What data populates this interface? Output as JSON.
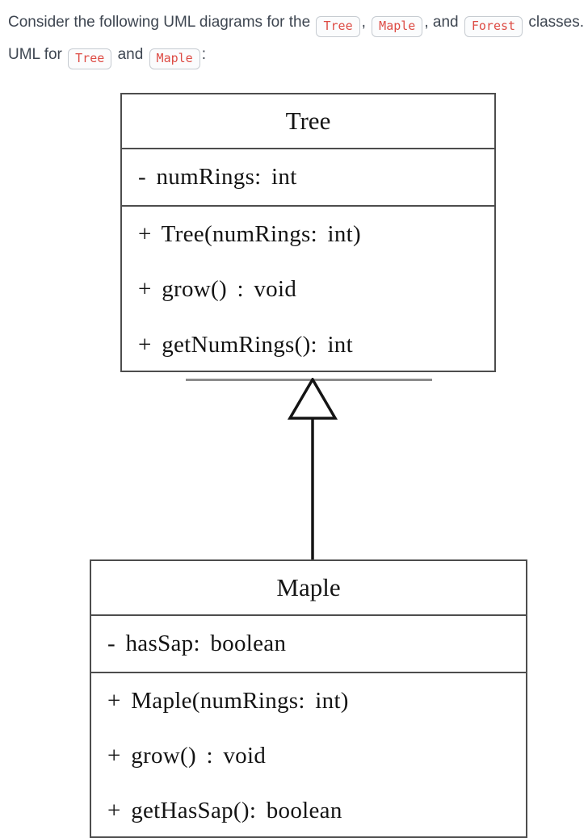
{
  "intro": {
    "line1": {
      "t1": "Consider the following UML diagrams for the",
      "code1": "Tree",
      "t2": ",",
      "code2": "Maple",
      "t3": ", and",
      "code3": "Forest",
      "t4": "classes."
    },
    "line2": {
      "t1": "UML for",
      "code1": "Tree",
      "t2": "and",
      "code2": "Maple",
      "t3": ":"
    }
  },
  "uml": {
    "tree": {
      "name": "Tree",
      "attributes": [
        "- numRings: int"
      ],
      "methods": [
        "+ Tree(numRings: int)",
        "+ grow() : void",
        "+ getNumRings(): int"
      ]
    },
    "maple": {
      "name": "Maple",
      "attributes": [
        "- hasSap: boolean"
      ],
      "methods": [
        "+ Maple(numRings: int)",
        "+ grow() : void",
        "+ getHasSap(): boolean"
      ]
    },
    "relationship": "Maple inherits from Tree (hollow-triangle generalization arrow)"
  },
  "colors": {
    "body_text": "#3e4651",
    "code_text": "#dd4b44",
    "code_bg": "#fbfcfd",
    "code_border": "#c6cbd1",
    "box_border": "#4d4d4d",
    "diagram_text": "#141414",
    "connector_gray": "#8c8c8c"
  }
}
